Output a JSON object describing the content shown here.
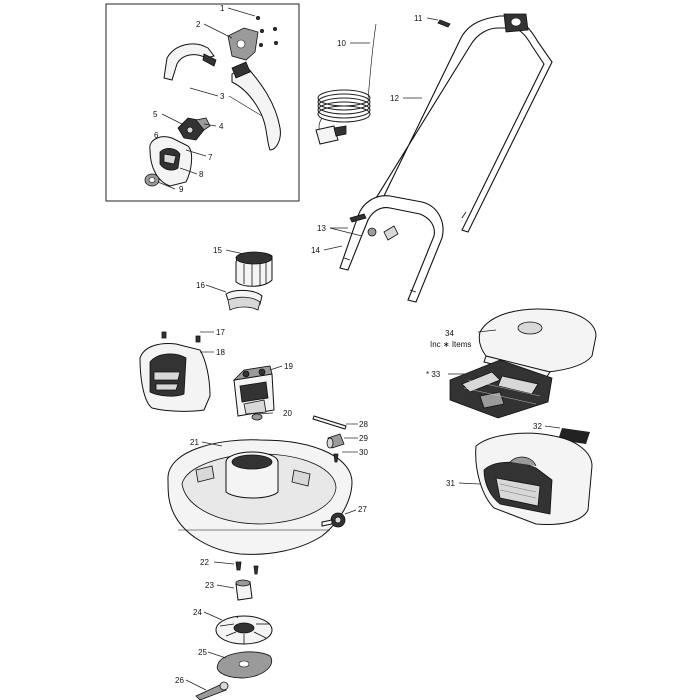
{
  "callouts": {
    "c1": "1",
    "c2": "2",
    "c3": "3",
    "c4": "4",
    "c5": "5",
    "c6": "6",
    "c7": "7",
    "c8": "8",
    "c9": "9",
    "c10": "10",
    "c11": "11",
    "c12": "12",
    "c13": "13",
    "c14": "14",
    "c15": "15",
    "c16": "16",
    "c17": "17",
    "c18": "18",
    "c19": "19",
    "c20": "20",
    "c21": "21",
    "c22": "22",
    "c23": "23",
    "c24": "24",
    "c25": "25",
    "c26": "26",
    "c27": "27",
    "c28": "28",
    "c29": "29",
    "c30": "30",
    "c31": "31",
    "c32": "32",
    "c33": "* 33",
    "c34": "34"
  },
  "notes": {
    "note34": "Inc ∗ Items"
  }
}
